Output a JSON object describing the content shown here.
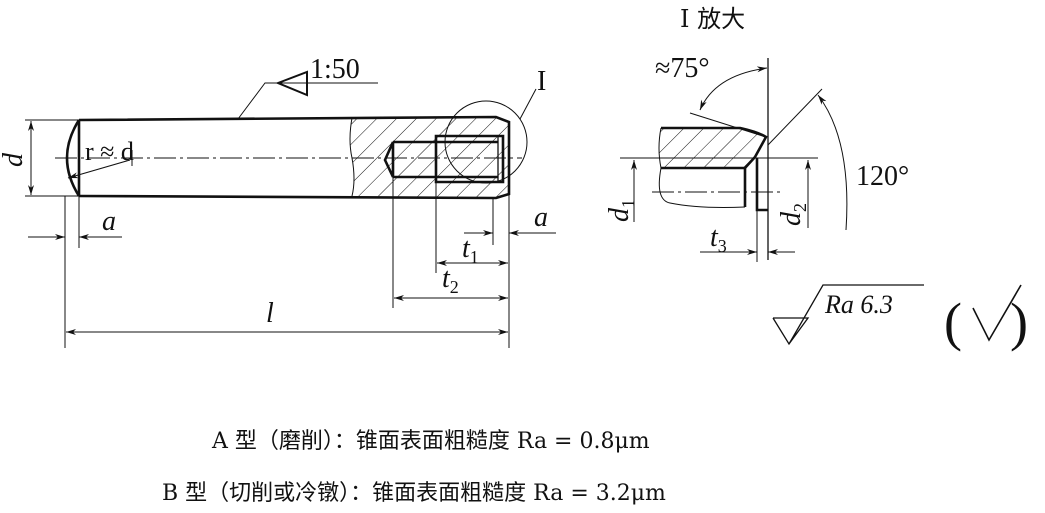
{
  "main_view": {
    "taper_label": "1:50",
    "detail_marker": "I",
    "dim_d": "d",
    "radius_label": "r ≈ d",
    "dim_a_left": "a",
    "dim_a_right": "a",
    "dim_t1": "t1",
    "dim_t2": "t2",
    "dim_l": "l"
  },
  "detail_view": {
    "title": "I 放大",
    "angle_75": "≈75°",
    "angle_120": "120°",
    "dim_d1": "d1",
    "dim_d2": "d2",
    "dim_t3": "t3"
  },
  "roughness": {
    "label": "Ra 6.3",
    "other_symbol": "(√)"
  },
  "notes": [
    "A 型（磨削）：锥面表面粗糙度 Ra = 0.8μm",
    "B 型（切削或冷镦）：锥面表面粗糙度 Ra = 3.2μm"
  ]
}
